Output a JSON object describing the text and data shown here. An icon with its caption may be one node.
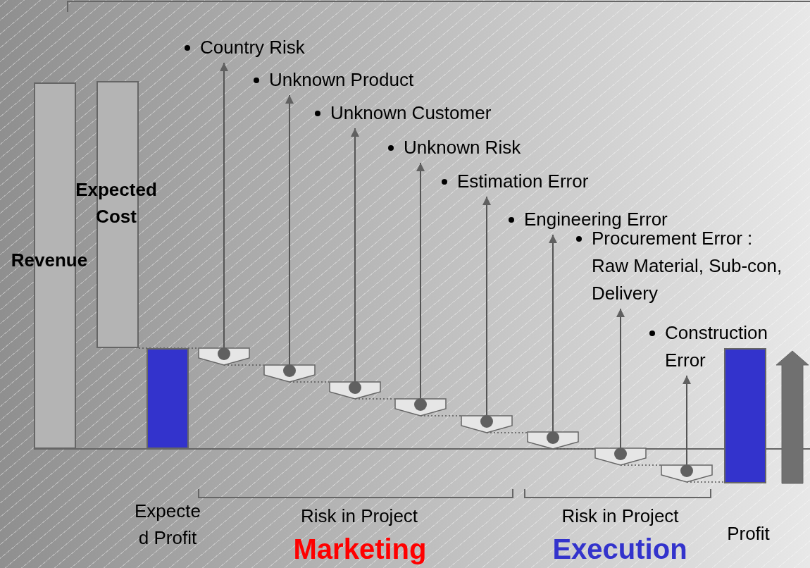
{
  "diagram": {
    "nodes": [
      {
        "text": [
          "Revenue"
        ]
      },
      {
        "text": [
          "Expected Cost"
        ]
      },
      {
        "text": [
          "Expected Profit"
        ]
      },
      {
        "text": [
          "Country Risk"
        ]
      },
      {
        "text": [
          "Unknown Product"
        ]
      },
      {
        "text": [
          "Unknown Customer"
        ]
      },
      {
        "text": [
          "Unknown Risk"
        ]
      },
      {
        "text": [
          "Estimation Error"
        ]
      },
      {
        "text": [
          "Engineering Error"
        ]
      },
      {
        "text": [
          "Procurement Error : Raw Material, Sub-con, Delivery"
        ]
      },
      {
        "text": [
          "Construction Error"
        ]
      },
      {
        "text": [],
        "shape": "box"
      },
      {
        "text": [],
        "shape": "box"
      },
      {
        "text": [],
        "shape": "box"
      },
      {
        "text": [],
        "shape": "box"
      },
      {
        "text": [],
        "shape": "box"
      },
      {
        "text": [],
        "shape": "box"
      },
      {
        "text": [],
        "shape": "box"
      },
      {
        "text": [],
        "shape": "box"
      },
      {
        "text": [
          "Profit"
        ]
      }
    ],
    "edges": [
      {
        "from": 11,
        "to": 3,
        "arrow": "to"
      },
      {
        "from": 12,
        "to": 4,
        "arrow": "to"
      },
      {
        "from": 13,
        "to": 5,
        "arrow": "to"
      },
      {
        "from": 14,
        "to": 6,
        "arrow": "to"
      },
      {
        "from": 15,
        "to": 7,
        "arrow": "to"
      },
      {
        "from": 16,
        "to": 8,
        "arrow": "to"
      },
      {
        "from": 17,
        "to": 9,
        "arrow": "to"
      },
      {
        "from": 18,
        "to": 10,
        "arrow": "to"
      },
      {
        "from": 1,
        "to": 11,
        "arrow": "none",
        "style": "dashed"
      },
      {
        "from": 11,
        "to": 12,
        "arrow": "none",
        "style": "dashed"
      },
      {
        "from": 12,
        "to": 13,
        "arrow": "none",
        "style": "dashed"
      },
      {
        "from": 13,
        "to": 14,
        "arrow": "none",
        "style": "dashed"
      },
      {
        "from": 14,
        "to": 15,
        "arrow": "none",
        "style": "dashed"
      },
      {
        "from": 15,
        "to": 16,
        "arrow": "none",
        "style": "dashed"
      },
      {
        "from": 16,
        "to": 17,
        "arrow": "none",
        "style": "dashed"
      },
      {
        "from": 17,
        "to": 18,
        "arrow": "none",
        "style": "dashed"
      },
      {
        "from": 18,
        "to": 19,
        "arrow": "none",
        "style": "dashed"
      }
    ],
    "labels": [
      "Risk in Project",
      "Marketing",
      "Risk in Project",
      "Execution"
    ]
  }
}
